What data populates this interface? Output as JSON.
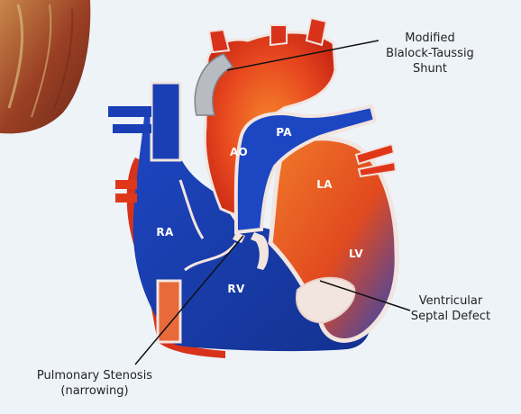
{
  "labels": {
    "shunt": "Modified\nBlalock-Taussig\nShunt",
    "vsd": "Ventricular\nSeptal Defect",
    "stenosis": "Pulmonary Stenosis\n(narrowing)",
    "ao": "AO",
    "pa": "PA",
    "la": "LA",
    "ra": "RA",
    "rv": "RV",
    "lv": "LV"
  },
  "colors": {
    "background": "#eef3f8",
    "oxygenated": "#e0371a",
    "oxygenated_light": "#f07a2a",
    "deoxygenated": "#1a3fb5",
    "deoxygenated_dark": "#0f2a86",
    "wall": "#f2e4df",
    "shunt": "#b8bcc2"
  },
  "icons": {
    "corner": "heart-thumbnail-icon"
  }
}
